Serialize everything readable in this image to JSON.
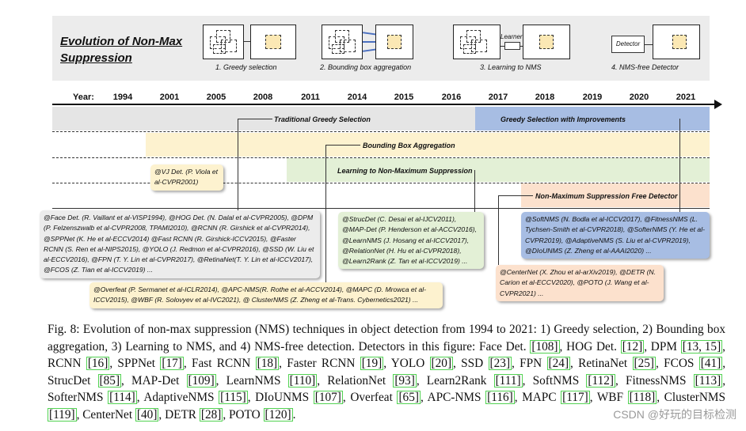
{
  "figure": {
    "title": "Evolution of Non-Max Suppression",
    "stages": [
      {
        "caption": "1. Greedy selection"
      },
      {
        "caption": "2. Bounding box aggregation"
      },
      {
        "caption": "3. Learning to NMS",
        "module_label": "Learner"
      },
      {
        "caption": "4. NMS-free Detector",
        "module_label": "Detector"
      }
    ],
    "year_label": "Year:",
    "years": [
      "1994",
      "2001",
      "2005",
      "2008",
      "2011",
      "2014",
      "2015",
      "2016",
      "2017",
      "2018",
      "2019",
      "2020",
      "2021"
    ],
    "bands": [
      {
        "label": "Traditional Greedy Selection"
      },
      {
        "label": "Greedy Selection with Improvements"
      },
      {
        "label": "Bounding Box Aggregation"
      },
      {
        "label": "Learning to Non-Maximum Suppression"
      },
      {
        "label": "Non-Maximum Suppression Free Detector"
      }
    ],
    "colors": {
      "gray": "#e5e5e5",
      "blue": "#a7bde3",
      "yellow": "#fdf2cf",
      "green": "#e3f0d6",
      "orange": "#fce1cd"
    },
    "ref_boxes": {
      "vj": "@VJ Det. (P. Viola et al-CVPR2001)",
      "greedy": "@Face Det. (R. Vaillant et al-VISP1994), @HOG Det. (N. Dalal et al-CVPR2005), @DPM (P. Felzenszwalb et al-CVPR2008, TPAMI2010), @RCNN (R. Girshick et al-CVPR2014), @SPPNet (K. He et al-ECCV2014) @Fast RCNN (R. Girshick-ICCV2015), @Faster RCNN (S. Ren et al-NIPS2015), @YOLO (J. Redmon et al-CVPR2016), @SSD (W. Liu et al-ECCV2016), @FPN (T. Y. Lin et al-CVPR2017), @RetinaNet(T. Y. Lin et al-ICCV2017), @FCOS (Z. Tian et al-ICCV2019) ...",
      "aggregation": "@Overfeat (P. Sermanet et al-ICLR2014), @APC-NMS(R. Rothe et al-ACCV2014), @MAPC (D. Mrowca et al-ICCV2015), @WBF (R. Solovyev et al-IVC2021), @ ClusterNMS (Z. Zheng et al-Trans. Cybernetics2021) ...",
      "learning": "@StrucDet (C. Desai et al-IJCV2011), @MAP-Det (P. Henderson et al-ACCV2016), @LearnNMS (J. Hosang et al-ICCV2017), @RelationNet (H. Hu et al-CVPR2018), @Learn2Rank (Z. Tan et al-ICCV2019) ...",
      "improvements": "@SoftNMS (N. Bodla et al-ICCV2017), @FitnessNMS (L. Tychsen-Smith et al-CVPR2018), @SofterNMS (Y. He et al-CVPR2019), @AdaptiveNMS (S. Liu et al-CVPR2019), @DIoUNMS (Z. Zheng et al-AAAI2020) ...",
      "nms_free": "@CenterNet (X. Zhou et al-arXiv2019), @DETR (N. Carion et al-ECCV2020), @POTO (J. Wang et al-CVPR2021) ..."
    }
  },
  "caption": {
    "segments": [
      {
        "text": "Fig. 8: Evolution of non-max suppression (NMS) techniques in object detection from 1994 to 2021: 1) Greedy selection, 2) Bounding box aggregation, 3) Learning to NMS, and 4) NMS-free detection. Detectors in this figure: Face Det. "
      },
      {
        "cite": "[108]"
      },
      {
        "text": ", HOG Det. "
      },
      {
        "cite": "[12]"
      },
      {
        "text": ", DPM "
      },
      {
        "cite": "[13, 15]"
      },
      {
        "text": ", RCNN "
      },
      {
        "cite": "[16]"
      },
      {
        "text": ", SPPNet "
      },
      {
        "cite": "[17]"
      },
      {
        "text": ", Fast RCNN "
      },
      {
        "cite": "[18]"
      },
      {
        "text": ", Faster RCNN "
      },
      {
        "cite": "[19]"
      },
      {
        "text": ", YOLO "
      },
      {
        "cite": "[20]"
      },
      {
        "text": ", SSD "
      },
      {
        "cite": "[23]"
      },
      {
        "text": ", FPN "
      },
      {
        "cite": "[24]"
      },
      {
        "text": ", RetinaNet "
      },
      {
        "cite": "[25]"
      },
      {
        "text": ", FCOS "
      },
      {
        "cite": "[41]"
      },
      {
        "text": ", StrucDet "
      },
      {
        "cite": "[85]"
      },
      {
        "text": ", MAP-Det "
      },
      {
        "cite": "[109]"
      },
      {
        "text": ", LearnNMS "
      },
      {
        "cite": "[110]"
      },
      {
        "text": ", RelationNet "
      },
      {
        "cite": "[93]"
      },
      {
        "text": ", Learn2Rank "
      },
      {
        "cite": "[111]"
      },
      {
        "text": ", SoftNMS "
      },
      {
        "cite": "[112]"
      },
      {
        "text": ", FitnessNMS "
      },
      {
        "cite": "[113]"
      },
      {
        "text": ", SofterNMS "
      },
      {
        "cite": "[114]"
      },
      {
        "text": ", AdaptiveNMS "
      },
      {
        "cite": "[115]"
      },
      {
        "text": ", DIoUNMS "
      },
      {
        "cite": "[107]"
      },
      {
        "text": ", Overfeat "
      },
      {
        "cite": "[65]"
      },
      {
        "text": ", APC-NMS "
      },
      {
        "cite": "[116]"
      },
      {
        "text": ", MAPC "
      },
      {
        "cite": "[117]"
      },
      {
        "text": ", WBF "
      },
      {
        "cite": "[118]"
      },
      {
        "text": ", ClusterNMS "
      },
      {
        "cite": "[119]"
      },
      {
        "text": ", CenterNet "
      },
      {
        "cite": "[40]"
      },
      {
        "text": ", DETR "
      },
      {
        "cite": "[28]"
      },
      {
        "text": ", POTO "
      },
      {
        "cite": "[120]"
      },
      {
        "text": "."
      }
    ]
  },
  "watermark": "CSDN @好玩的目标检测"
}
